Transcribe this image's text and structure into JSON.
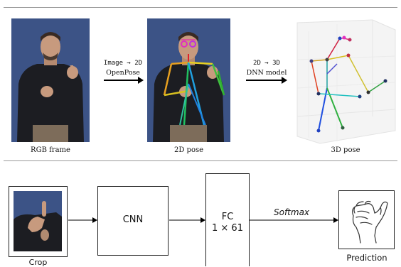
{
  "top_panel": {
    "rgb_caption": "RGB frame",
    "pose2d_caption": "2D pose",
    "pose3d_caption": "3D pose",
    "arrow1_line1": "Image → 2D",
    "arrow1_line2": "OpenPose",
    "arrow2_line1": "2D → 3D",
    "arrow2_line2": "DNN model"
  },
  "bottom_panel": {
    "crop_caption": "Crop",
    "cnn_label": "CNN",
    "fc_line1": "FC",
    "fc_line2": "1 × 61",
    "softmax_label": "Softmax",
    "prediction_caption": "Prediction"
  },
  "colors": {
    "photo_background": "#3c5386",
    "sweater": "#1c1d22",
    "skin": "#c79a7e",
    "box_border": "#222222",
    "rule": "#9a9a9a"
  }
}
